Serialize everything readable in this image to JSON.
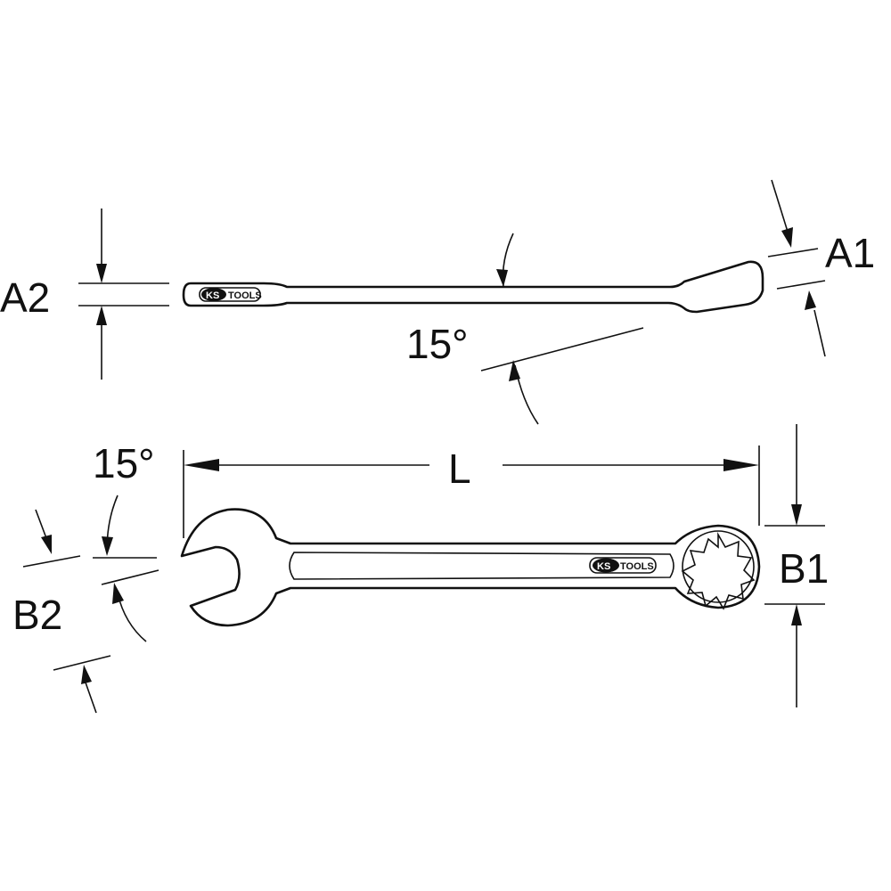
{
  "labels": {
    "a1": "A1",
    "a2": "A2",
    "b1": "B1",
    "b2": "B2",
    "length": "L",
    "angle_side": "15°",
    "angle_top": "15°"
  },
  "logo": {
    "ks": "KS",
    "tools": "TOOLS"
  },
  "colors": {
    "line": "#111111",
    "background": "#ffffff"
  }
}
